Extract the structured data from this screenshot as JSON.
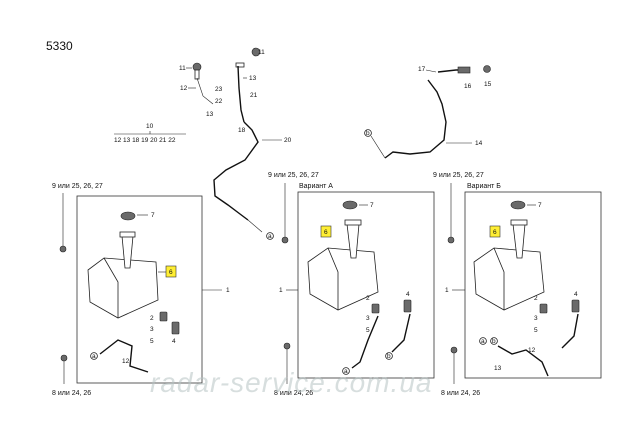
{
  "diagram": {
    "page_code": "5330",
    "watermark": "radar-service.com.ua",
    "highlight_color": "#ffee33",
    "top_group": {
      "parts": [
        "11",
        "12",
        "13",
        "13",
        "18",
        "21",
        "22",
        "23",
        "11",
        "17",
        "16",
        "15",
        "10",
        "20",
        "14"
      ],
      "callout_list": "12 13 18 19 20 21 22",
      "connector_label": "a",
      "connector_label_b": "b"
    },
    "panels": [
      {
        "header_left": "9 или 25, 26, 27",
        "header_title": "",
        "callouts": [
          "7",
          "6",
          "2",
          "3",
          "5",
          "4",
          "1"
        ],
        "bottom_left": "8 или 24, 26",
        "connector_labels": [
          "a",
          "12"
        ]
      },
      {
        "header_left": "9 или 25, 26, 27",
        "header_title": "Вариант А",
        "callouts": [
          "7",
          "6",
          "2",
          "3",
          "5",
          "4",
          "1"
        ],
        "bottom_left": "8 или 24, 26",
        "connector_labels": [
          "a",
          "b"
        ]
      },
      {
        "header_left": "9 или 25, 26, 27",
        "header_title": "Вариант Б",
        "callouts": [
          "7",
          "6",
          "2",
          "3",
          "5",
          "4",
          "1"
        ],
        "bottom_left": "8 или 24, 26",
        "connector_labels": [
          "a",
          "b",
          "12",
          "13"
        ]
      }
    ]
  }
}
